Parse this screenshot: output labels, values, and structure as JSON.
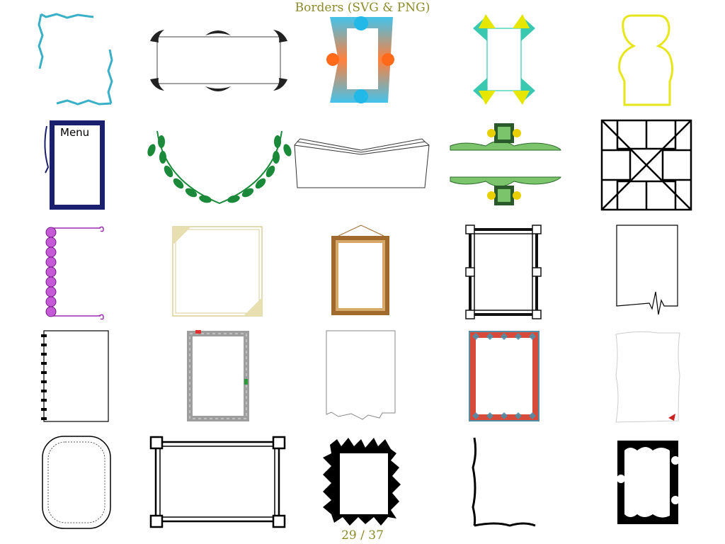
{
  "header": {
    "title": "Borders (SVG & PNG)"
  },
  "footer": {
    "counter": "29 / 37"
  },
  "grid": {
    "rows": 5,
    "columns": 5,
    "items": [
      {
        "name": "teal-zigzag-corner-border-thumbnail",
        "color": "#3ab0c8"
      },
      {
        "name": "ornamental-flourish-rectangle-border-thumbnail",
        "color": "#222222"
      },
      {
        "name": "gradient-rays-border-thumbnail",
        "color": "#1fb6e8"
      },
      {
        "name": "triangle-corner-border-thumbnail",
        "color": "#e6e600"
      },
      {
        "name": "yellow-scalloped-shape-border-thumbnail",
        "color": "#e6e61a"
      },
      {
        "name": "navy-menu-border-thumbnail",
        "color": "#1a1f6e",
        "label": "Menu"
      },
      {
        "name": "laurel-wreath-thumbnail",
        "color": "#1a8a3a"
      },
      {
        "name": "open-book-outline-thumbnail",
        "color": "#333333"
      },
      {
        "name": "green-floral-header-footer-thumbnail",
        "color": "#7cc46c"
      },
      {
        "name": "geometric-cubes-star-thumbnail",
        "color": "#000000"
      },
      {
        "name": "purple-swirl-border-thumbnail",
        "color": "#9b2db0"
      },
      {
        "name": "beige-dotted-corner-border-thumbnail",
        "color": "#d9cf98"
      },
      {
        "name": "hanging-wooden-frame-thumbnail",
        "color": "#a0692d"
      },
      {
        "name": "black-bracket-frame-thumbnail",
        "color": "#111111"
      },
      {
        "name": "heartbeat-page-border-thumbnail",
        "color": "#000000"
      },
      {
        "name": "spiral-notebook-page-thumbnail",
        "color": "#000000"
      },
      {
        "name": "road-track-frame-thumbnail",
        "color": "#9e9e9e"
      },
      {
        "name": "torn-paper-page-thumbnail",
        "color": "#888888"
      },
      {
        "name": "diamond-pattern-frame-thumbnail",
        "color": "#4f8fa8"
      },
      {
        "name": "wavy-paper-page-thumbnail",
        "color": "#cccccc"
      },
      {
        "name": "rounded-lace-frame-thumbnail",
        "color": "#000000"
      },
      {
        "name": "double-line-corner-box-frame-thumbnail",
        "color": "#000000"
      },
      {
        "name": "spiky-black-frame-thumbnail",
        "color": "#000000"
      },
      {
        "name": "brush-stroke-corner-border-thumbnail",
        "color": "#000000"
      },
      {
        "name": "black-blob-frame-thumbnail",
        "color": "#000000"
      }
    ]
  }
}
